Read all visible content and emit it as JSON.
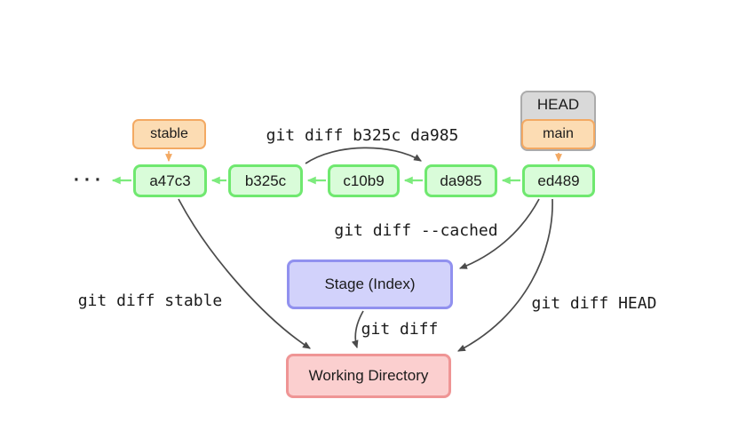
{
  "labels": {
    "head": "HEAD",
    "main": "main",
    "stable": "stable",
    "stage": "Stage (Index)",
    "working": "Working Directory"
  },
  "ellipsis": "···",
  "commits": [
    "a47c3",
    "b325c",
    "c10b9",
    "da985",
    "ed489"
  ],
  "commands": {
    "diff_range": "git diff b325c da985",
    "diff_cached": "git diff --cached",
    "diff_stable": "git diff stable",
    "diff_plain": "git diff",
    "diff_head": "git diff HEAD"
  },
  "colors": {
    "commit-border": "#6fe86f",
    "commit-fill": "#d9fcd9",
    "branch-border": "#f3a963",
    "branch-fill": "#fcdcb3",
    "head-border": "#ababab",
    "head-fill": "#d9d9d9",
    "stage-border": "#9191ef",
    "stage-fill": "#d2d2fb",
    "working-border": "#ef9595",
    "working-fill": "#fbcfcf",
    "arrow-dark": "#4b4b4b",
    "arrow-green": "#7deb7d",
    "arrow-orange": "#f3a963",
    "text": "#1b1b1b"
  }
}
